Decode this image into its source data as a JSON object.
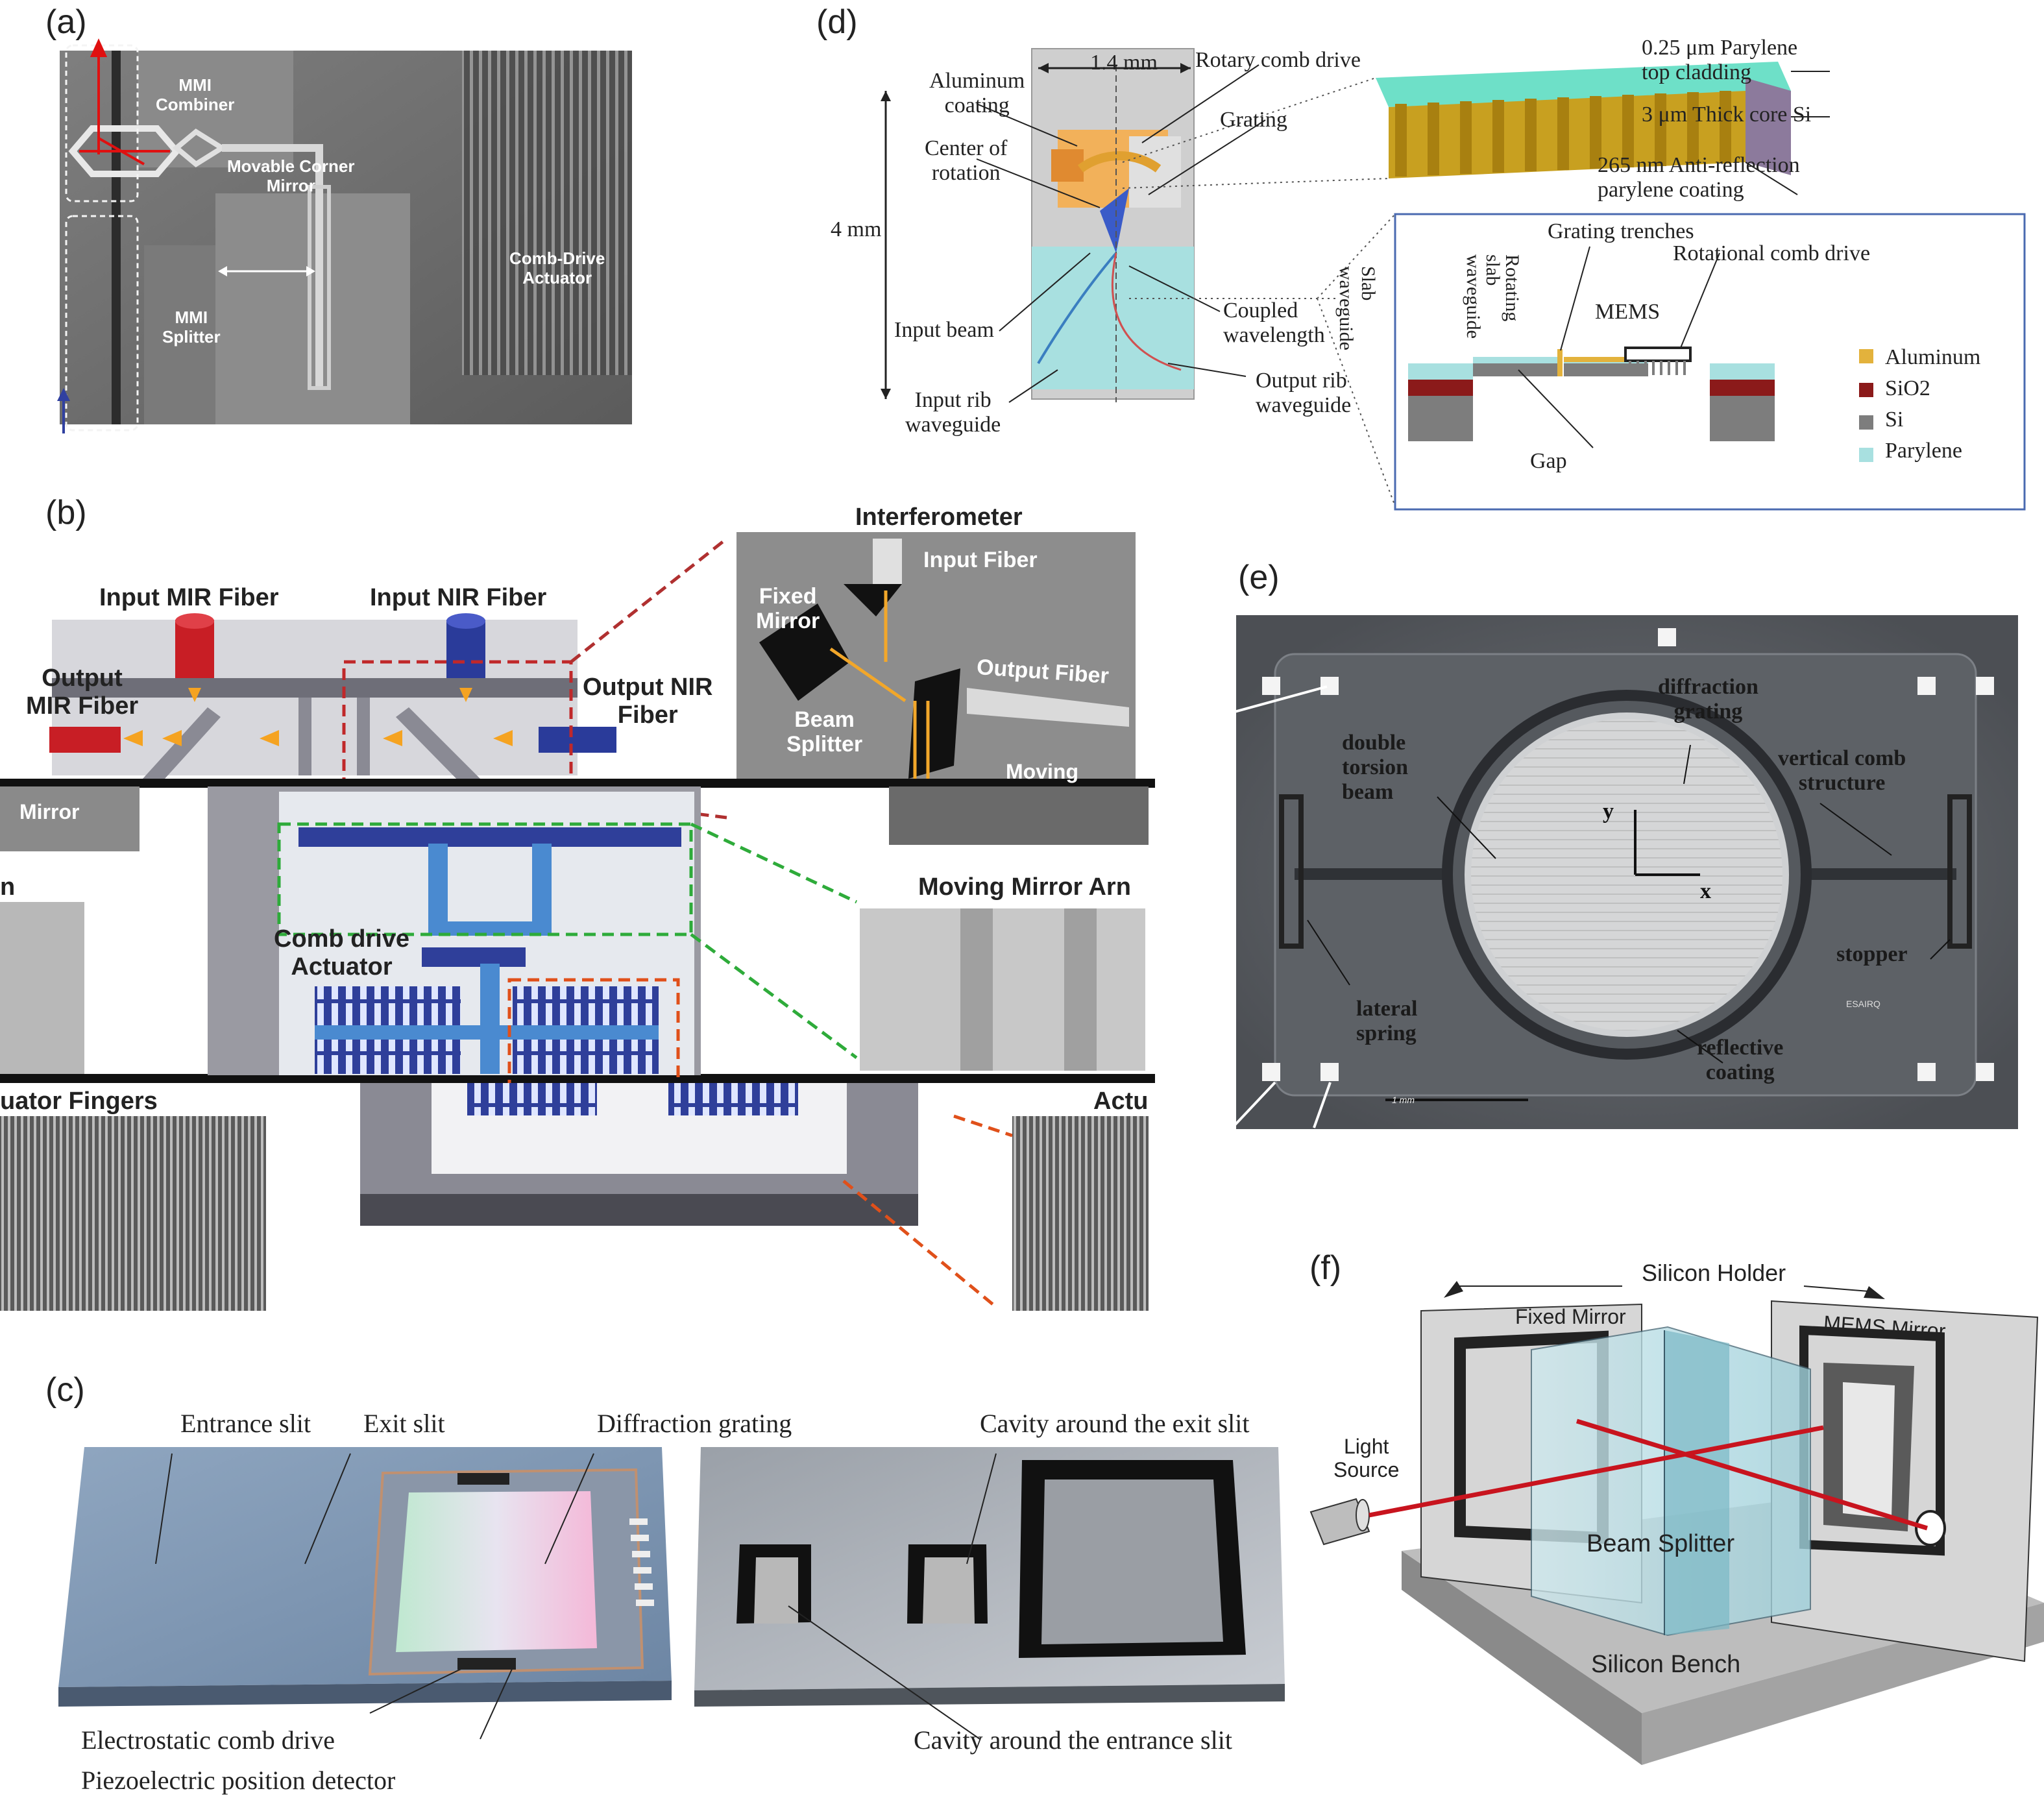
{
  "panels": {
    "a": "(a)",
    "b": "(b)",
    "c": "(c)",
    "d": "(d)",
    "e": "(e)",
    "f": "(f)"
  },
  "panel_a": {
    "mmi_combiner": "MMI\nCombiner",
    "movable_corner_mirror": "Movable Corner\nMirror",
    "comb_drive_actuator": "Comb-Drive\nActuator",
    "mmi_splitter": "MMI\nSplitter"
  },
  "panel_b": {
    "input_mir_fiber": "Input MIR Fiber",
    "input_nir_fiber": "Input NIR Fiber",
    "output_mir_fiber": "Output\nMIR Fiber",
    "output_nir_fiber": "Output NIR\nFiber",
    "interferometer": "Interferometer",
    "input_fiber": "Input Fiber",
    "fixed_mirror": "Fixed\nMirror",
    "output_fiber": "Output Fiber",
    "beam_splitter": "Beam\nSplitter",
    "moving": "Moving",
    "mirror": "Mirror",
    "comb_drive_actuator": "Comb drive\nActuator",
    "moving_mirror_arm": "Moving Mirror Arn",
    "actuator_fingers": "uator Fingers",
    "actu": "Actu",
    "arm_partial": "n"
  },
  "panel_c": {
    "entrance_slit": "Entrance slit",
    "exit_slit": "Exit slit",
    "diffraction_grating": "Diffraction grating",
    "cavity_exit_slit": "Cavity around the exit slit",
    "electrostatic_comb_drive": "Electrostatic comb drive",
    "piezoelectric_detector": "Piezoelectric position detector",
    "cavity_entrance_slit": "Cavity around the entrance slit"
  },
  "panel_d": {
    "dim_width": "1.4 mm",
    "dim_height": "4 mm",
    "aluminum_coating": "Aluminum\ncoating",
    "center_of_rotation": "Center of\nrotation",
    "rotary_comb_drive": "Rotary comb drive",
    "grating": "Grating",
    "input_beam": "Input beam",
    "input_rib_waveguide": "Input rib\nwaveguide",
    "coupled_wavelength": "Coupled\nwavelength",
    "output_rib_waveguide": "Output rib\nwaveguide",
    "parylene_top": "0.25 μm Parylene\ntop cladding",
    "thick_core": "3 μm Thick core Si",
    "anti_reflection": "265 nm Anti-reflection\nparylene coating",
    "grating_trenches": "Grating trenches",
    "rotational_comb_drive": "Rotational comb drive",
    "slab_waveguide": "Slab\nwaveguide",
    "rotating_slab_waveguide": "Rotating\nslab\nwaveguide",
    "mems": "MEMS",
    "gap": "Gap",
    "legend": [
      {
        "label": "Aluminum",
        "color": "#e3b23c"
      },
      {
        "label": "SiO2",
        "color": "#8b1a1a"
      },
      {
        "label": "Si",
        "color": "#7d7d7d"
      },
      {
        "label": "Parylene",
        "color": "#a8e0e0"
      }
    ]
  },
  "panel_e": {
    "diffraction_grating": "diffraction\ngrating",
    "double_torsion_beam": "double\ntorsion\nbeam",
    "vertical_comb": "vertical comb\nstructure",
    "stopper": "stopper",
    "lateral_spring": "lateral\nspring",
    "reflective_coating": "reflective\ncoating",
    "axis_y": "y",
    "axis_x": "x",
    "scale": "1 mm",
    "logo": "ESAIRQ"
  },
  "panel_f": {
    "silicon_holder": "Silicon Holder",
    "fixed_mirror": "Fixed Mirror",
    "mems_mirror": "MEMS Mirror",
    "light_source": "Light\nSource",
    "beam_splitter": "Beam Splitter",
    "silicon_bench": "Silicon Bench"
  },
  "colors": {
    "red": "#c8141e",
    "blue": "#2a4aa0",
    "orange": "#f3a51a",
    "teal": "#7fcfd3"
  }
}
